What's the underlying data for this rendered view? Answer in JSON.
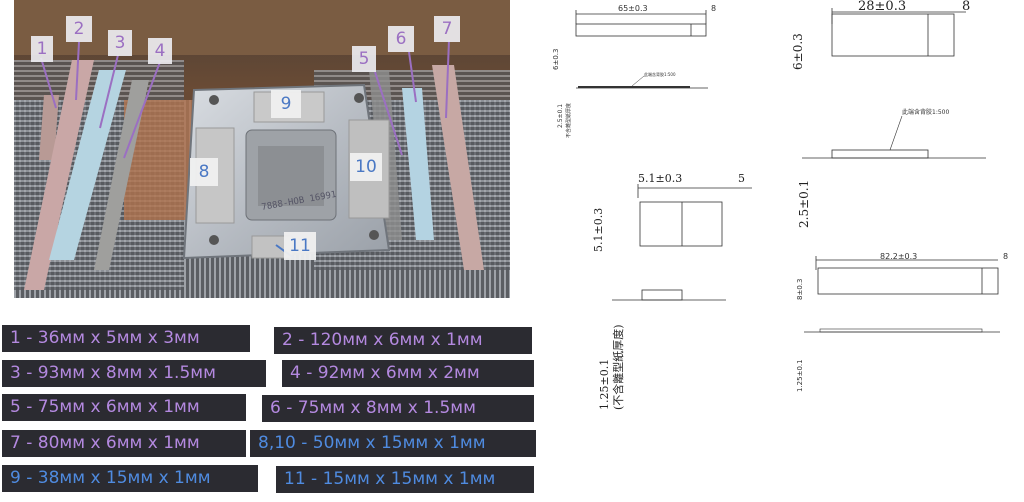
{
  "photo": {
    "markers": [
      {
        "num": "1"
      },
      {
        "num": "2"
      },
      {
        "num": "3"
      },
      {
        "num": "4"
      },
      {
        "num": "5"
      },
      {
        "num": "6"
      },
      {
        "num": "7"
      },
      {
        "num": "8"
      },
      {
        "num": "9"
      },
      {
        "num": "10"
      },
      {
        "num": "11"
      }
    ],
    "chip_text": "7888-HOB 16991"
  },
  "specs": [
    {
      "text": "1 - 36мм x 5мм x 3мм",
      "color": "#b489e0"
    },
    {
      "text": "2 - 120мм x 6мм x 1мм",
      "color": "#b489e0"
    },
    {
      "text": "3 - 93мм x 8мм x 1.5мм",
      "color": "#b489e0"
    },
    {
      "text": "4 - 92мм x 6мм x 2мм",
      "color": "#b489e0"
    },
    {
      "text": "5 - 75мм x 6мм x 1мм",
      "color": "#b489e0"
    },
    {
      "text": "6 - 75мм x 8мм x 1.5мм",
      "color": "#b489e0"
    },
    {
      "text": "7 - 80мм x 6мм x 1мм",
      "color": "#b489e0"
    },
    {
      "text": "8,10 - 50мм x 15мм x 1мм",
      "color": "#4f8be0"
    },
    {
      "text": "9 - 38мм x 15мм x 1мм",
      "color": "#4f8be0"
    },
    {
      "text": "11 - 15мм x 15мм x 1мм",
      "color": "#4f8be0"
    }
  ],
  "drawings": {
    "d1": {
      "len": "65±0.3",
      "end": "8",
      "width": "6±0.3",
      "thick": "2.5±0.1",
      "note": "不含離型紙厚度",
      "callout": "此端含背胶1:500"
    },
    "d2": {
      "len": "28±0.3",
      "end": "8",
      "width": "6±0.3",
      "thick": "2.5±0.1",
      "callout": "此端含背胶1:500"
    },
    "d3": {
      "len": "5.1±0.3",
      "end": "5",
      "width": "5.1±0.3",
      "thick": "1.25±0.1",
      "note": "(不含離型紙厚度)"
    },
    "d4": {
      "len": "82.2±0.3",
      "end": "8",
      "width": "8±0.3",
      "thick": "1.25±0.1"
    }
  }
}
